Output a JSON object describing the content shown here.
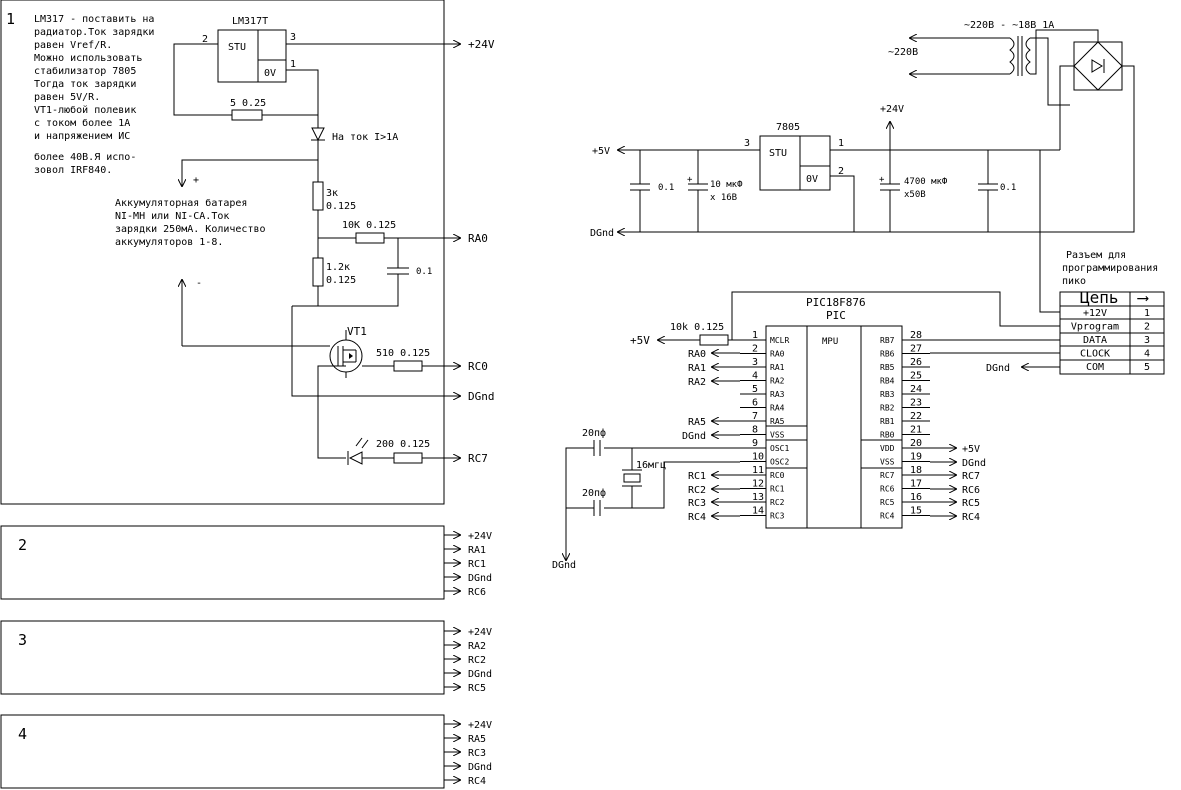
{
  "block1": {
    "number": "1",
    "note": [
      "LM317 - поставить на",
      "радиатор.Ток зарядки",
      "равен Vref/R.",
      "Можно использовать",
      "стабилизатор 7805",
      "Тогда ток зарядки",
      "равен 5V/R.",
      "VT1-любой полевик",
      "с током более 1А",
      "и напряжением ИС",
      "более 40В.Я испо-",
      "зовол IRF840."
    ],
    "reg_name": "LM317T",
    "reg_in": "STU",
    "reg_out": "0V",
    "pin2": "2",
    "pin3": "3",
    "pin1": "1",
    "rsense": "5 0.25",
    "diode_label": "На ток I>1A",
    "plus": "+",
    "minus": "-",
    "battery": [
      "Аккумуляторная батарея",
      "NI-MH или NI-CA.Ток",
      "зарядки 250мА. Количество",
      "аккумуляторов 1-8."
    ],
    "r3k": "3к",
    "r3k_w": "0.125",
    "r10k": "10K 0.125",
    "r12k": "1.2к",
    "r12k_w": "0.125",
    "cap": "0.1",
    "vt": "VT1",
    "r510": "510 0.125",
    "r200": "200 0.125"
  },
  "block_terms": {
    "b1": [
      "+24V",
      "RA0",
      "RC0",
      "DGnd",
      "RC7"
    ],
    "b2": [
      "+24V",
      "RA1",
      "RC1",
      "DGnd",
      "RC6"
    ],
    "b3": [
      "+24V",
      "RA2",
      "RC2",
      "DGnd",
      "RC5"
    ],
    "b4": [
      "+24V",
      "RA5",
      "RC3",
      "DGnd",
      "RC4"
    ]
  },
  "blocks": {
    "n2": "2",
    "n3": "3",
    "n4": "4"
  },
  "power": {
    "mains_label": "~220В - ~18В 1А",
    "in_label": "~220В",
    "v5": "+5V",
    "v24": "+24V",
    "dgnd": "DGnd",
    "reg_name": "7805",
    "reg_in": "STU",
    "reg_out": "0V",
    "pin3": "3",
    "pin1": "1",
    "pin2": "2",
    "c1": "0.1",
    "c2a": "10 мкФ",
    "c2b": "х 16В",
    "c3a": "4700 мкФ",
    "c3b": "х50В",
    "c4": "0.1",
    "plus": "+"
  },
  "pic": {
    "title": "PIC18F876",
    "sub": "PIC",
    "core": "MPU",
    "left_pins": [
      {
        "n": "1",
        "name": "MCLR"
      },
      {
        "n": "2",
        "name": "RA0"
      },
      {
        "n": "3",
        "name": "RA1"
      },
      {
        "n": "4",
        "name": "RA2"
      },
      {
        "n": "5",
        "name": "RA3"
      },
      {
        "n": "6",
        "name": "RA4"
      },
      {
        "n": "7",
        "name": "RA5"
      },
      {
        "n": "8",
        "name": "VSS"
      },
      {
        "n": "9",
        "name": "OSC1"
      },
      {
        "n": "10",
        "name": "OSC2"
      },
      {
        "n": "11",
        "name": "RC0"
      },
      {
        "n": "12",
        "name": "RC1"
      },
      {
        "n": "13",
        "name": "RC2"
      },
      {
        "n": "14",
        "name": "RC3"
      }
    ],
    "right_pins": [
      {
        "n": "28",
        "name": "RB7"
      },
      {
        "n": "27",
        "name": "RB6"
      },
      {
        "n": "26",
        "name": "RB5"
      },
      {
        "n": "25",
        "name": "RB4"
      },
      {
        "n": "24",
        "name": "RB3"
      },
      {
        "n": "23",
        "name": "RB2"
      },
      {
        "n": "22",
        "name": "RB1"
      },
      {
        "n": "21",
        "name": "RB0"
      },
      {
        "n": "20",
        "name": "VDD"
      },
      {
        "n": "19",
        "name": "VSS"
      },
      {
        "n": "18",
        "name": "RC7"
      },
      {
        "n": "17",
        "name": "RC6"
      },
      {
        "n": "16",
        "name": "RC5"
      },
      {
        "n": "15",
        "name": "RC4"
      }
    ],
    "left_signals": [
      "+5V",
      "RA0",
      "RA1",
      "RA2",
      "RA5",
      "DGnd",
      "RC1",
      "RC2",
      "RC3",
      "RC4"
    ],
    "right_signals": [
      "+5V",
      "DGnd",
      "RC7",
      "RC6",
      "RC5",
      "RC4",
      "DGnd"
    ],
    "r_mclr": "10k 0.125",
    "cap1": "20пф",
    "cap2": "20пф",
    "xtal": "16мгц",
    "gnd": "DGnd"
  },
  "connector": {
    "title": [
      "Разъем для",
      "программирования",
      "пико"
    ],
    "head": [
      "Цепь",
      "⟶"
    ],
    "rows": [
      [
        "+12V",
        "1"
      ],
      [
        "Vprogram",
        "2"
      ],
      [
        "DATA",
        "3"
      ],
      [
        "CLOCK",
        "4"
      ],
      [
        "COM",
        "5"
      ]
    ]
  }
}
